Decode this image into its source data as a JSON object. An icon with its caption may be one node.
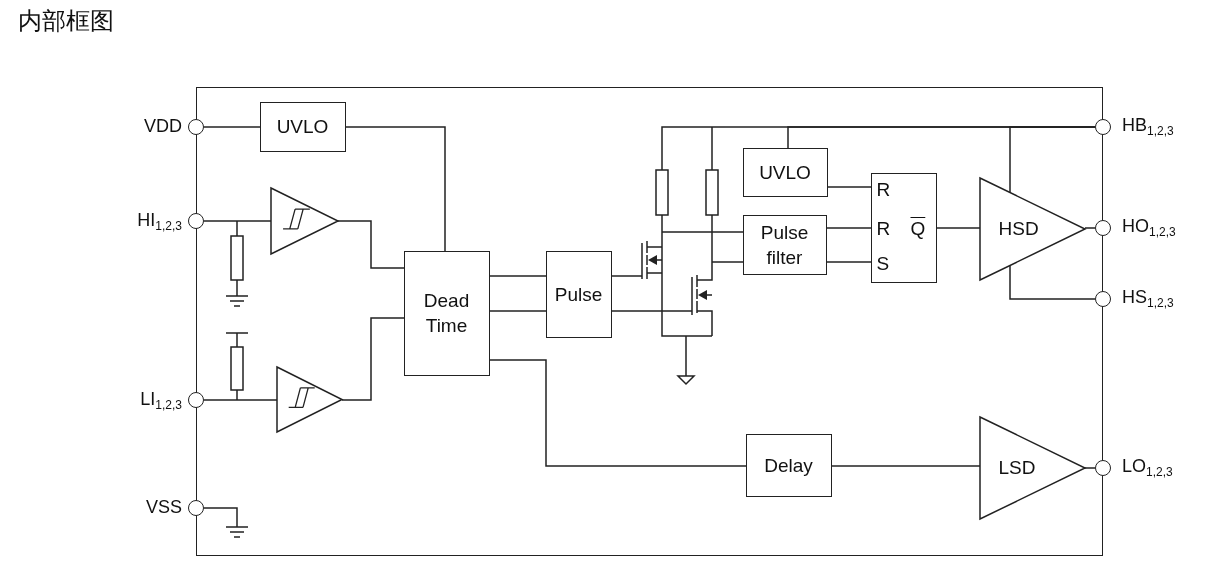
{
  "diagram": {
    "title": "内部框图",
    "nodes": [
      {
        "text": [],
        "shape": "box"
      },
      {
        "text": [],
        "shape": "circle",
        "beside": [
          "VDD"
        ]
      },
      {
        "text": [],
        "shape": "circle",
        "beside": [
          "HI$_{1,2,3}$"
        ]
      },
      {
        "text": [],
        "shape": "circle",
        "beside": [
          "LI$_{1,2,3}$"
        ]
      },
      {
        "text": [],
        "shape": "circle",
        "beside": [
          "VSS"
        ]
      },
      {
        "text": [],
        "shape": "circle",
        "beside": [
          "HB$_{1,2,3}$"
        ]
      },
      {
        "text": [],
        "shape": "circle",
        "beside": [
          "HO$_{1,2,3}$"
        ]
      },
      {
        "text": [],
        "shape": "circle",
        "beside": [
          "HS$_{1,2,3}$"
        ]
      },
      {
        "text": [],
        "shape": "circle",
        "beside": [
          "LO$_{1,2,3}$"
        ]
      },
      {
        "text": [
          "UVLO"
        ],
        "in": 0
      },
      {
        "text": [],
        "shape": "triangle",
        "in": 0
      },
      {
        "text": [],
        "shape": "triangle",
        "in": 0
      },
      {
        "text": [
          "Dead Time"
        ],
        "in": 0
      },
      {
        "text": [
          "Pulse"
        ],
        "in": 0
      },
      {
        "text": [
          "UVLO"
        ],
        "in": 0
      },
      {
        "text": [
          "Pulse filter"
        ],
        "in": 0
      },
      {
        "text": [
          "R",
          "R",
          "Q",
          "S"
        ],
        "in": 0
      },
      {
        "text": [
          "HSD"
        ],
        "in": 0
      },
      {
        "text": [
          "Delay"
        ],
        "in": 0
      },
      {
        "text": [
          "LSD"
        ],
        "in": 0
      },
      {
        "text": [],
        "shape": "picture",
        "in": 0
      }
    ],
    "edges": [
      {
        "from": 1,
        "to": 9,
        "arrow": "none"
      },
      {
        "from": 9,
        "to": 12,
        "arrow": "none"
      },
      {
        "from": 2,
        "to": 10,
        "arrow": "none"
      },
      {
        "from": 10,
        "to": 12,
        "arrow": "none"
      },
      {
        "from": 3,
        "to": 11,
        "arrow": "none"
      },
      {
        "from": 11,
        "to": 12,
        "arrow": "none"
      },
      {
        "from": 12,
        "to": 13,
        "arrow": "none"
      },
      {
        "from": 12,
        "to": 13,
        "arrow": "none"
      },
      {
        "from": 12,
        "to": 18,
        "arrow": "none"
      },
      {
        "from": 13,
        "to": 20,
        "arrow": "none"
      },
      {
        "from": 13,
        "to": 20,
        "arrow": "none"
      },
      {
        "from": 20,
        "to": 15,
        "arrow": "none"
      },
      {
        "from": 20,
        "to": 15,
        "arrow": "none"
      },
      {
        "from": 5,
        "to": 20,
        "arrow": "none"
      },
      {
        "from": 5,
        "to": 14,
        "arrow": "none"
      },
      {
        "from": 5,
        "to": 17,
        "arrow": "none"
      },
      {
        "from": 14,
        "to": 16,
        "arrow": "none"
      },
      {
        "from": 15,
        "to": 16,
        "arrow": "none"
      },
      {
        "from": 15,
        "to": 16,
        "arrow": "none"
      },
      {
        "from": 16,
        "to": 17,
        "arrow": "none"
      },
      {
        "from": 17,
        "to": 6,
        "arrow": "none"
      },
      {
        "from": 17,
        "to": 7,
        "arrow": "none"
      },
      {
        "from": 18,
        "to": 19,
        "arrow": "none"
      },
      {
        "from": 19,
        "to": 8,
        "arrow": "none"
      }
    ]
  }
}
